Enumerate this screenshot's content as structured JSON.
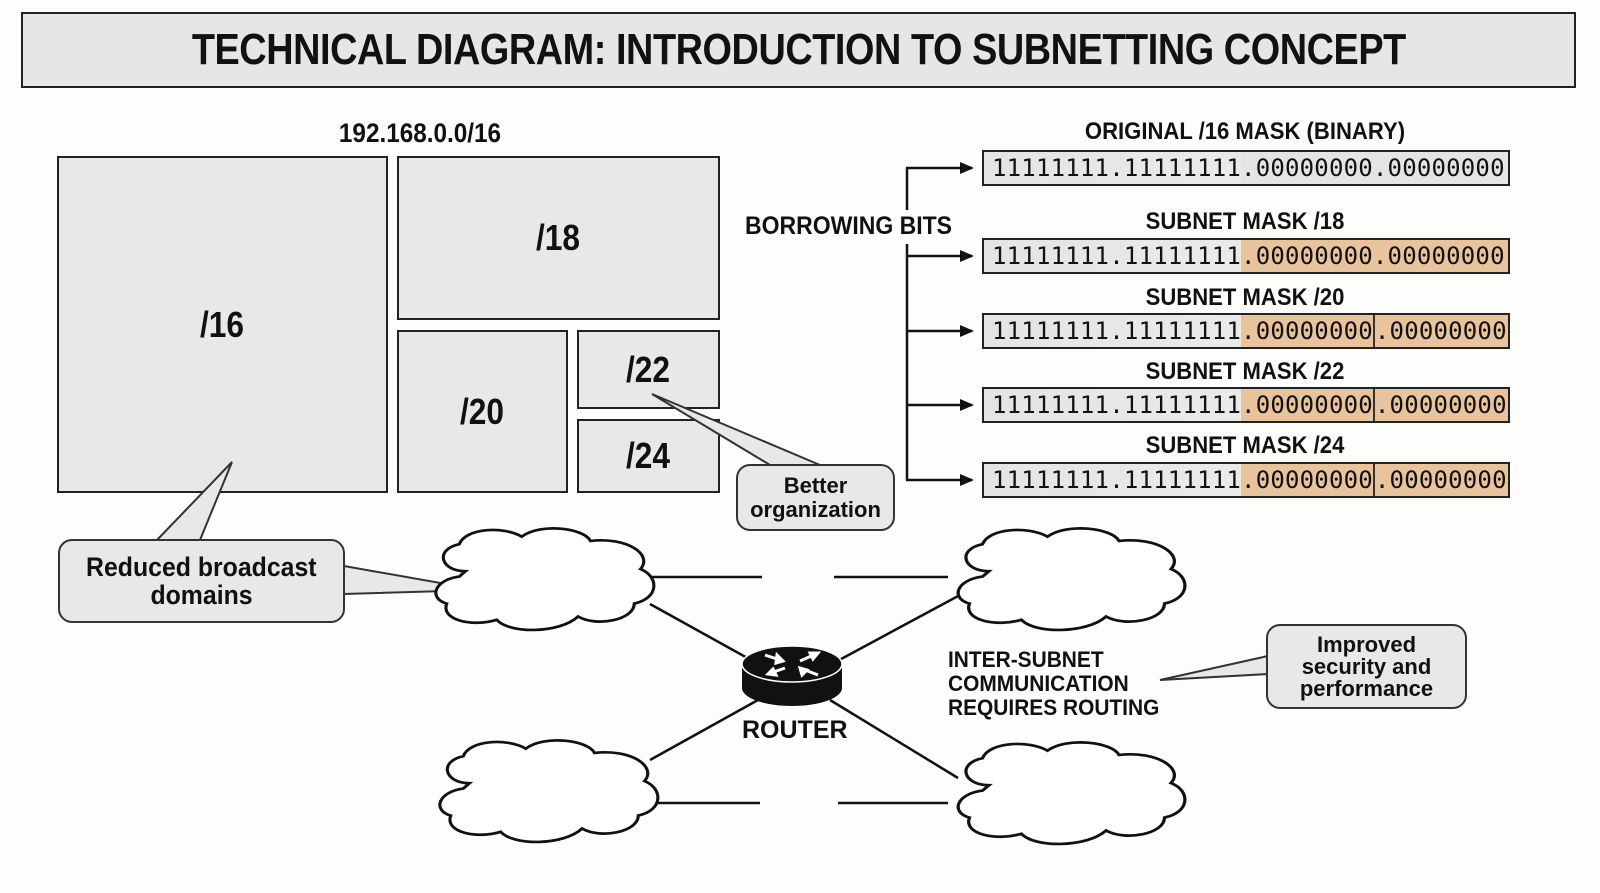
{
  "title": "TECHNICAL DIAGRAM: INTRODUCTION TO SUBNETTING CONCEPT",
  "network": {
    "label": "192.168.0.0/16",
    "blocks": [
      {
        "id": "16",
        "label": "/16"
      },
      {
        "id": "18",
        "label": "/18"
      },
      {
        "id": "20",
        "label": "/20"
      },
      {
        "id": "22",
        "label": "/22"
      },
      {
        "id": "24",
        "label": "/24"
      }
    ]
  },
  "borrowing_label": "BORROWING BITS",
  "masks": [
    {
      "title": "ORIGINAL /16 MASK (BINARY)",
      "network_part": "11111111.11111111",
      "host_part": ".00000000.00000000",
      "highlight": false
    },
    {
      "title": "SUBNET MASK /18",
      "network_part": "11111111.11111111",
      "host_part": ".00000000.00000000",
      "highlight": true
    },
    {
      "title": "SUBNET MASK /20",
      "network_part": "11111111.11111111",
      "host_part_a": ".00000000",
      "host_part_b": ".00000000",
      "highlight": true
    },
    {
      "title": "SUBNET MASK /22",
      "network_part": "11111111.11111111",
      "host_part_a": ".00000000",
      "host_part_b": ".00000000",
      "highlight": true
    },
    {
      "title": "SUBNET MASK /24",
      "network_part": "11111111.11111111",
      "host_part_a": ".00000000",
      "host_part_b": ".00000000",
      "highlight": true
    }
  ],
  "callouts": {
    "broadcast": {
      "line1": "Reduced broadcast",
      "line2": "domains"
    },
    "organization": {
      "line1": "Better",
      "line2": "organization"
    },
    "security": {
      "line1": "Improved",
      "line2": "security and",
      "line3": "performance"
    }
  },
  "router": {
    "label": "ROUTER",
    "icon": "router-icon"
  },
  "inter_subnet": {
    "line1": "INTER-SUBNET",
    "line2": "COMMUNICATION",
    "line3": "REQUIRES ROUTING"
  },
  "colors": {
    "host_bits": "#e9c39c",
    "box_fill": "#e8e8e6",
    "stroke": "#222222"
  }
}
